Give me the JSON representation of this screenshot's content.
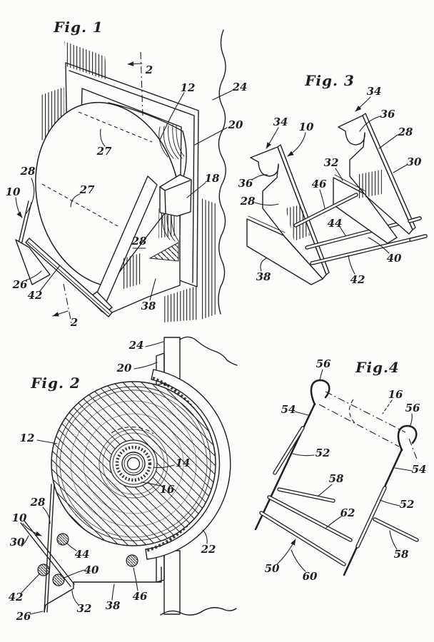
{
  "palette": {
    "ink": "#1f1f1f",
    "paper": "#fcfcfa"
  },
  "figures": {
    "fig1": {
      "title": "Fig. 1",
      "labels": [
        "2",
        "12",
        "24",
        "20",
        "27",
        "27",
        "28",
        "10",
        "18",
        "28",
        "26",
        "42",
        "38",
        "2"
      ]
    },
    "fig2": {
      "title": "Fig. 2",
      "labels": [
        "24",
        "20",
        "12",
        "14",
        "16",
        "28",
        "10",
        "30",
        "44",
        "40",
        "42",
        "32",
        "38",
        "46",
        "26",
        "22"
      ]
    },
    "fig3": {
      "title": "Fig. 3",
      "labels": [
        "34",
        "10",
        "34",
        "36",
        "28",
        "30",
        "32",
        "36",
        "28",
        "46",
        "44",
        "40",
        "42",
        "38"
      ]
    },
    "fig4": {
      "title": "Fig.4",
      "labels": [
        "56",
        "16",
        "56",
        "54",
        "52",
        "54",
        "58",
        "52",
        "62",
        "58",
        "50",
        "60"
      ]
    }
  }
}
